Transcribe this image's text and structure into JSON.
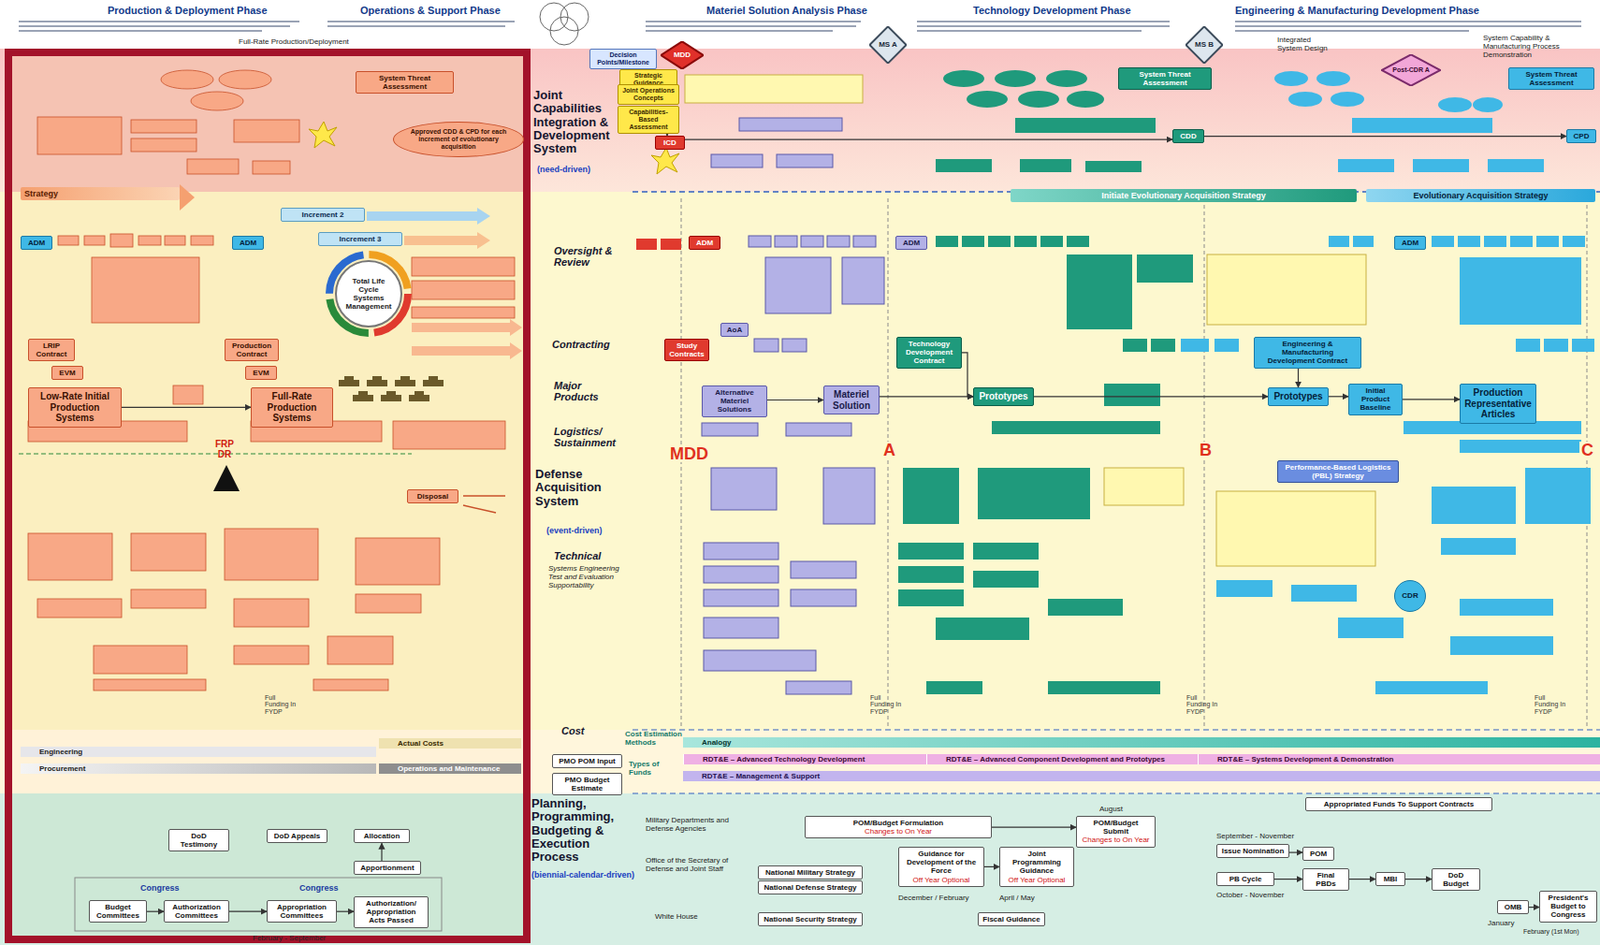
{
  "diagram": {
    "nodes": [
      {
        "text": [
          "System Threat Assessment"
        ]
      },
      {
        "text": [
          "Approved CDD & CPD for each increment of evolutionary acquisition"
        ]
      },
      {
        "text": [
          "ADM"
        ]
      },
      {
        "text": [
          "ADM"
        ]
      },
      {
        "text": [
          "Increment 2"
        ]
      },
      {
        "text": [
          "Increment 3"
        ]
      },
      {
        "text": [
          "Total Life Cycle Systems Management"
        ]
      },
      {
        "text": [
          "LRIP Contract"
        ]
      },
      {
        "text": [
          "EVM"
        ]
      },
      {
        "text": [
          "Production Contract"
        ]
      },
      {
        "text": [
          "EVM"
        ]
      },
      {
        "text": [
          "Low-Rate Initial Production Systems"
        ]
      },
      {
        "text": [
          "Full-Rate Production Systems"
        ]
      },
      {
        "text": [
          "Disposal"
        ]
      },
      {
        "text": [
          "DoD Testimony"
        ]
      },
      {
        "text": [
          "DoD Appeals"
        ]
      },
      {
        "text": [
          "Allocation"
        ]
      },
      {
        "text": [
          "Apportionment"
        ]
      },
      {
        "text": [
          "Budget Committees"
        ]
      },
      {
        "text": [
          "Authorization Committees"
        ]
      },
      {
        "text": [
          "Appropriation Committees"
        ]
      },
      {
        "text": [
          "Authorization/ Appropriation Acts Passed"
        ]
      },
      {
        "text": [
          "MDD"
        ]
      },
      {
        "text": [
          "MS A"
        ]
      },
      {
        "text": [
          "MS B"
        ]
      },
      {
        "text": [
          "Post-CDR A"
        ]
      },
      {
        "text": [
          "Decision Points/Milestone"
        ]
      },
      {
        "text": [
          "Strategic Guidance"
        ]
      },
      {
        "text": [
          "Joint Operations Concepts"
        ]
      },
      {
        "text": [
          "Capabilities-Based Assessment"
        ]
      },
      {
        "text": [
          "ICD"
        ]
      },
      {
        "text": [
          "CDD"
        ]
      },
      {
        "text": [
          "CPD"
        ]
      },
      {
        "text": [
          "System Threat Assessment"
        ]
      },
      {
        "text": [
          "System Threat Assessment"
        ]
      },
      {
        "text": [
          "Initiate Evolutionary Acquisition Strategy"
        ]
      },
      {
        "text": [
          "Evolutionary Acquisition Strategy"
        ]
      },
      {
        "text": [
          "ADM"
        ]
      },
      {
        "text": [
          "ADM"
        ]
      },
      {
        "text": [
          "ADM"
        ]
      },
      {
        "text": [
          "AoA"
        ]
      },
      {
        "text": [
          "Study Contracts"
        ]
      },
      {
        "text": [
          "Technology Development Contract"
        ]
      },
      {
        "text": [
          "Engineering & Manufacturing Development Contract"
        ]
      },
      {
        "text": [
          "Alternative Materiel Solutions"
        ]
      },
      {
        "text": [
          "Materiel Solution"
        ]
      },
      {
        "text": [
          "Prototypes"
        ]
      },
      {
        "text": [
          "Prototypes"
        ]
      },
      {
        "text": [
          "Initial Product Baseline"
        ]
      },
      {
        "text": [
          "Production Representative Articles"
        ]
      },
      {
        "text": [
          "Performance-Based Logistics (PBL) Strategy"
        ]
      },
      {
        "text": [
          "CDR"
        ]
      },
      {
        "text": [
          "Analogy"
        ]
      },
      {
        "text": [
          "RDT&E – Advanced Technology Development"
        ]
      },
      {
        "text": [
          "RDT&E – Advanced Component Development and Prototypes"
        ]
      },
      {
        "text": [
          "RDT&E – Systems Development & Demonstration"
        ]
      },
      {
        "text": [
          "RDT&E – Management & Support"
        ]
      },
      {
        "text": [
          "Procurement"
        ]
      },
      {
        "text": [
          "Operations and Maintenance"
        ]
      },
      {
        "text": [
          "Engineering"
        ]
      },
      {
        "text": [
          "Actual Costs"
        ]
      },
      {
        "text": [
          "PMO POM Input"
        ]
      },
      {
        "text": [
          "PMO Budget Estimate"
        ]
      },
      {
        "text": [
          "Appropriated Funds To Support Contracts"
        ]
      },
      {
        "text": [
          "POM/Budget Formulation",
          "Changes to On Year"
        ]
      },
      {
        "text": [
          "POM/Budget Submit",
          "Changes to On Year"
        ]
      },
      {
        "text": [
          "Guidance for Development of the Force",
          "Off Year Optional"
        ]
      },
      {
        "text": [
          "Joint Programming Guidance",
          "Off Year Optional"
        ]
      },
      {
        "text": [
          "Issue Nomination"
        ]
      },
      {
        "text": [
          "POM"
        ]
      },
      {
        "text": [
          "PB Cycle"
        ]
      },
      {
        "text": [
          "Final PBDs"
        ]
      },
      {
        "text": [
          "MBI"
        ]
      },
      {
        "text": [
          "DoD Budget"
        ]
      },
      {
        "text": [
          "OMB"
        ]
      },
      {
        "text": [
          "President's Budget to Congress"
        ]
      },
      {
        "text": [
          "National Military Strategy"
        ]
      },
      {
        "text": [
          "National Defense Strategy"
        ]
      },
      {
        "text": [
          "National Security Strategy"
        ]
      },
      {
        "text": [
          "Fiscal Guidance"
        ]
      },
      {
        "text": [
          "Strategy"
        ]
      }
    ],
    "edges": [
      {
        "from": 11,
        "to": 12,
        "arrow": "to"
      },
      {
        "from": 18,
        "to": 19,
        "arrow": "to"
      },
      {
        "from": 19,
        "to": 20,
        "arrow": "to"
      },
      {
        "from": 20,
        "to": 21,
        "arrow": "to"
      },
      {
        "from": 17,
        "to": 16,
        "arrow": "to"
      },
      {
        "from": 29,
        "to": 30,
        "arrow": "to"
      },
      {
        "from": 30,
        "to": 31,
        "arrow": "to"
      },
      {
        "from": 31,
        "to": 32,
        "arrow": "to"
      },
      {
        "from": 44,
        "to": 45,
        "arrow": "to"
      },
      {
        "from": 45,
        "to": 46,
        "arrow": "to"
      },
      {
        "from": 42,
        "to": 46,
        "arrow": "to"
      },
      {
        "from": 46,
        "to": 47,
        "arrow": "to"
      },
      {
        "from": 43,
        "to": 47,
        "arrow": "to"
      },
      {
        "from": 47,
        "to": 48,
        "arrow": "to"
      },
      {
        "from": 48,
        "to": 49,
        "arrow": "to"
      },
      {
        "from": 64,
        "to": 65,
        "arrow": "to"
      },
      {
        "from": 66,
        "to": 67,
        "arrow": "to"
      },
      {
        "from": 68,
        "to": 69,
        "arrow": "to"
      },
      {
        "from": 70,
        "to": 71,
        "arrow": "to"
      },
      {
        "from": 71,
        "to": 72,
        "arrow": "to"
      },
      {
        "from": 72,
        "to": 73,
        "arrow": "to"
      },
      {
        "from": 74,
        "to": 75,
        "arrow": "to"
      }
    ],
    "labels": [
      "Production & Deployment Phase",
      "Operations & Support Phase",
      "Materiel Solution Analysis Phase",
      "Technology Development Phase",
      "Engineering & Manufacturing Development Phase",
      "Full-Rate Production/Deployment",
      "Integrated System Design",
      "System Capability & Manufacturing Process Demonstration",
      "Joint Capabilities Integration & Development System",
      "(need-driven)",
      "Oversight & Review",
      "Contracting",
      "Major Products",
      "Logistics/ Sustainment",
      "Defense Acquisition System",
      "(event-driven)",
      "Technical",
      "Systems Engineering Test and Evaluation Supportability",
      "Cost",
      "Cost Estimation Methods",
      "Types of Funds",
      "Planning, Programming, Budgeting & Execution Process",
      "(biennial-calendar-driven)",
      "Military Departments and Defense Agencies",
      "Office of the Secretary of Defense and Joint Staff",
      "White House",
      "MDD",
      "A",
      "B",
      "C",
      "FRP DR",
      "Congress",
      "Congress",
      "February - September",
      "December / February",
      "April / May",
      "August",
      "September - November",
      "October - November",
      "January",
      "February (1st Mon)",
      "Full Funding In FYDP",
      "Full Funding In FYDP",
      "Full Funding In FYDP",
      "Full Funding In FYDP"
    ]
  }
}
